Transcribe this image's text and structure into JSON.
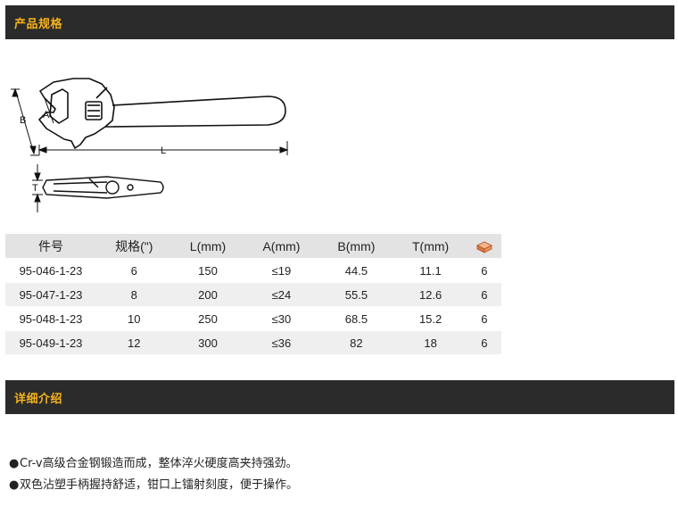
{
  "sections": {
    "spec_title": "产品规格",
    "detail_title": "详细介绍"
  },
  "diagram": {
    "label_b": "B",
    "label_a": "A",
    "label_l": "L",
    "label_t": "T"
  },
  "table": {
    "headers": {
      "part_no": "件号",
      "size": "规格(\")",
      "l": "L(mm)",
      "a": "A(mm)",
      "b": "B(mm)",
      "t": "T(mm)",
      "pack_icon": "box-icon"
    },
    "rows": [
      {
        "part_no": "95-046-1-23",
        "size": "6",
        "l": "150",
        "a": "≤19",
        "b": "44.5",
        "t": "11.1",
        "pack": "6"
      },
      {
        "part_no": "95-047-1-23",
        "size": "8",
        "l": "200",
        "a": "≤24",
        "b": "55.5",
        "t": "12.6",
        "pack": "6"
      },
      {
        "part_no": "95-048-1-23",
        "size": "10",
        "l": "250",
        "a": "≤30",
        "b": "68.5",
        "t": "15.2",
        "pack": "6"
      },
      {
        "part_no": "95-049-1-23",
        "size": "12",
        "l": "300",
        "a": "≤36",
        "b": "82",
        "t": "18",
        "pack": "6"
      }
    ]
  },
  "features": {
    "bullet": "●",
    "items": [
      "Cr-v高级合金钢锻造而成，整体淬火硬度高夹持强劲。",
      "双色沾塑手柄握持舒适，钳口上镭射刻度，便于操作。"
    ]
  },
  "colors": {
    "bar_bg": "#2b2b2b",
    "bar_text": "#f6b21b",
    "header_bg": "#e3e3e3",
    "row_alt_bg": "#efefef"
  }
}
